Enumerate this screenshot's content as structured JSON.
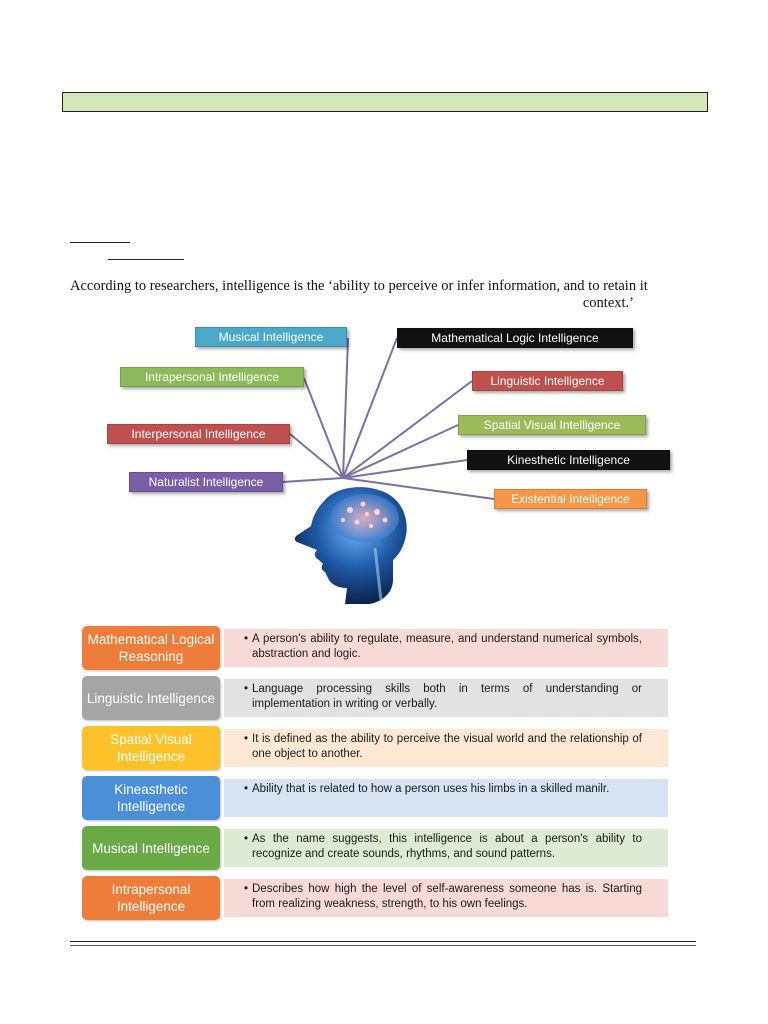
{
  "intro": {
    "line1": "According to researchers, intelligence is the ‘ability to perceive or infer information, and to retain it",
    "line2": "context.’"
  },
  "diagram": {
    "labels": [
      {
        "name": "label-musical",
        "text": "Musical Intelligence",
        "color": "#4aa9c9",
        "side": "left"
      },
      {
        "name": "label-intrapersonal",
        "text": "Intrapersonal Intelligence",
        "color": "#8dbb5a",
        "side": "left"
      },
      {
        "name": "label-interpersonal",
        "text": "Interpersonal Intelligence",
        "color": "#c0504d",
        "side": "left"
      },
      {
        "name": "label-naturalist",
        "text": "Naturalist Intelligence",
        "color": "#7a5ea6",
        "side": "left"
      },
      {
        "name": "label-mathematical",
        "text": "Mathematical Logic Intelligence",
        "color": "#111111",
        "side": "right"
      },
      {
        "name": "label-linguistic",
        "text": "Linguistic Intelligence",
        "color": "#c0504d",
        "side": "right"
      },
      {
        "name": "label-spatial",
        "text": "Spatial Visual Intelligence",
        "color": "#9bbb59",
        "side": "right"
      },
      {
        "name": "label-kinesthetic",
        "text": "Kinesthetic Intelligence",
        "color": "#111111",
        "side": "right"
      },
      {
        "name": "label-existential",
        "text": "Existential Intelligence",
        "color": "#f79646",
        "side": "right"
      }
    ],
    "line_color": "#7b6fa6",
    "head_color": "#1f5aa6"
  },
  "table": {
    "rows": [
      {
        "badge": "Mathematical Logical Reasoning",
        "badge_color": "#ee7d3a",
        "desc": "A person's ability to regulate, measure, and understand numerical symbols, abstraction and logic.",
        "desc_bg": "#f7dad6"
      },
      {
        "badge": "Linguistic Intelligence",
        "badge_color": "#a5a5a5",
        "desc": "Language processing skills both in terms of understanding or implementation in writing or verbally.",
        "desc_bg": "#e2e2e2"
      },
      {
        "badge": "Spatial Visual Intelligence",
        "badge_color": "#fdc12a",
        "desc": "It is defined as the ability to perceive the visual world and the relationship of one object to another.",
        "desc_bg": "#fde9d3"
      },
      {
        "badge": "Kineasthetic Intelligence",
        "badge_color": "#4a8fd8",
        "desc": "Ability that is related to how a person uses his limbs in a skilled manilr.",
        "desc_bg": "#d6e3f3"
      },
      {
        "badge": "Musical Intelligence",
        "badge_color": "#6aab47",
        "desc": "As the name suggests, this intelligence is about a person's ability to recognize and create sounds, rhythms, and sound patterns.",
        "desc_bg": "#dcebd3"
      },
      {
        "badge": "Intrapersonal Intelligence",
        "badge_color": "#ee7d3a",
        "desc": "Describes how high the level of self-awareness someone has is. Starting from realizing weakness, strength, to his own feelings.",
        "desc_bg": "#f7dad6"
      }
    ]
  }
}
